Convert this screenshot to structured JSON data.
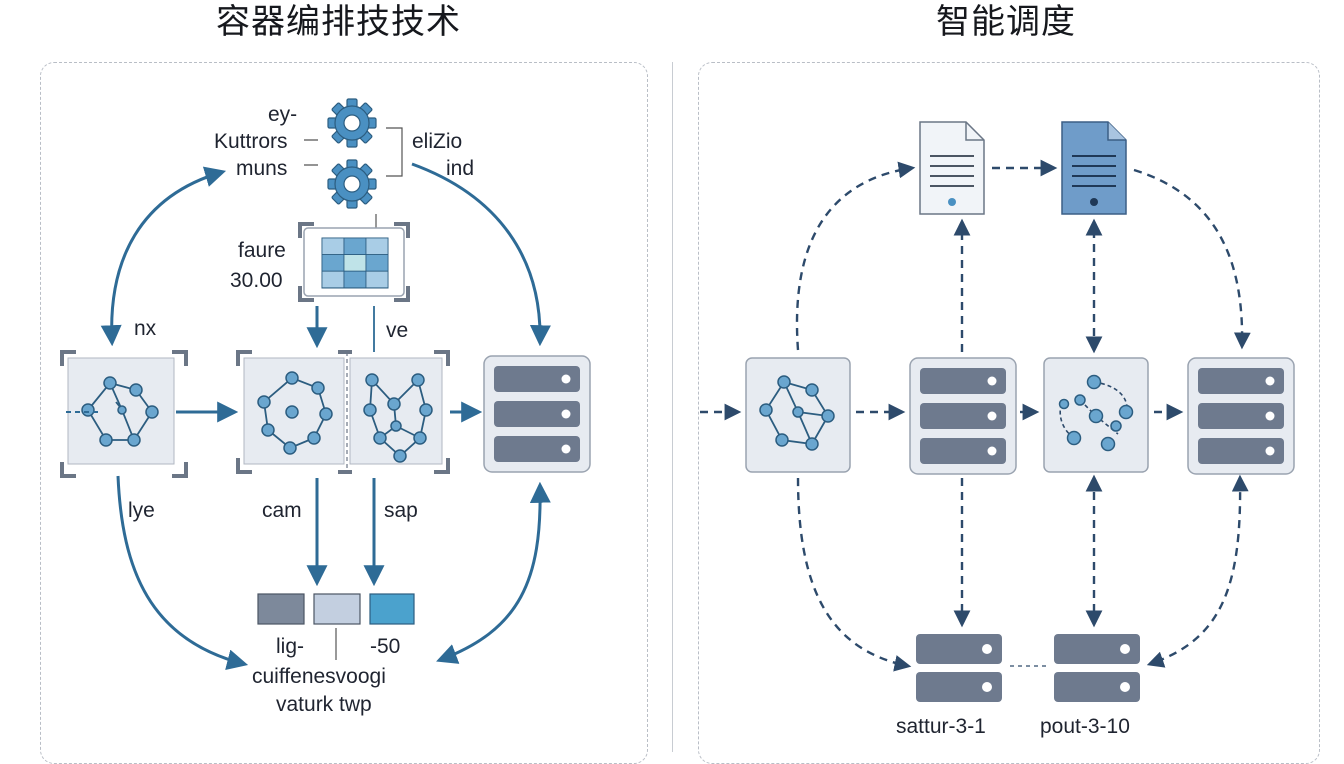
{
  "titles": {
    "left": "容器编排技技术",
    "right": "智能调度"
  },
  "left_labels": {
    "ey": "ey-",
    "kuttrors": "Kuttrors",
    "muns": "muns",
    "elizio": "eliZio",
    "ind": "ind",
    "faure": "faure",
    "value": "30.00",
    "nx": "nx",
    "ve": "ve",
    "lye": "lye",
    "cam": "cam",
    "sap": "sap",
    "lig": "lig-",
    "num": "-50",
    "cuiffenes": "cuiffenesvoogi",
    "vaturk": "vaturk twp"
  },
  "right_labels": {
    "sattur": "sattur-3-1",
    "pout": "pout-3-10"
  },
  "colors": {
    "arrow": "#2e6b96",
    "node_fill": "#6aa6cf",
    "node_stroke": "#2c5d80",
    "server_body": "#6e7a8e",
    "gear": "#4a90c2",
    "box_bg": "#e7ebf1"
  }
}
